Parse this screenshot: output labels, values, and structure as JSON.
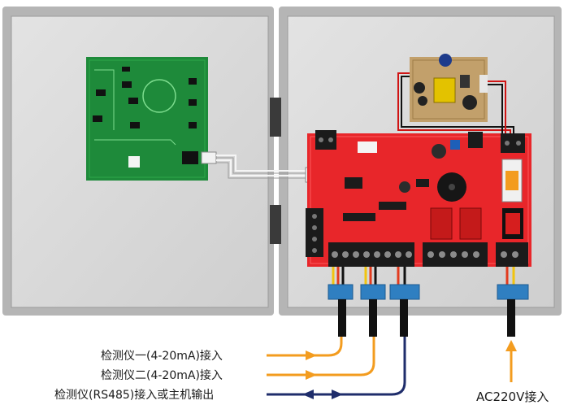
{
  "labels": {
    "input1": "检测仪一(4-20mA)接入",
    "input2": "检测仪二(4-20mA)接入",
    "rs485": "检测仪(RS485)接入或主机输出",
    "ac": "AC220V接入"
  },
  "colors": {
    "orange_arrow": "#f39c1f",
    "navy_arrow": "#1f2d6b",
    "main_board": "#e8262a",
    "sensor_board": "#1e8a3a",
    "enclosure": "#d3d3d3",
    "enclosure_frame": "#a9a9a9",
    "connector_blue": "#2f7fc1"
  },
  "components": {
    "enclosure_left": "door-panel",
    "enclosure_right": "base-panel",
    "sensor_board": "green-pcb",
    "main_board": "red-controller-pcb",
    "power_module": "power-supply-board",
    "buzzer": "buzzer",
    "relays": "relay-pair",
    "terminal_block": "screw-terminal-row",
    "power_switch": "rocker-switch",
    "fuse": "fuse-holder"
  }
}
